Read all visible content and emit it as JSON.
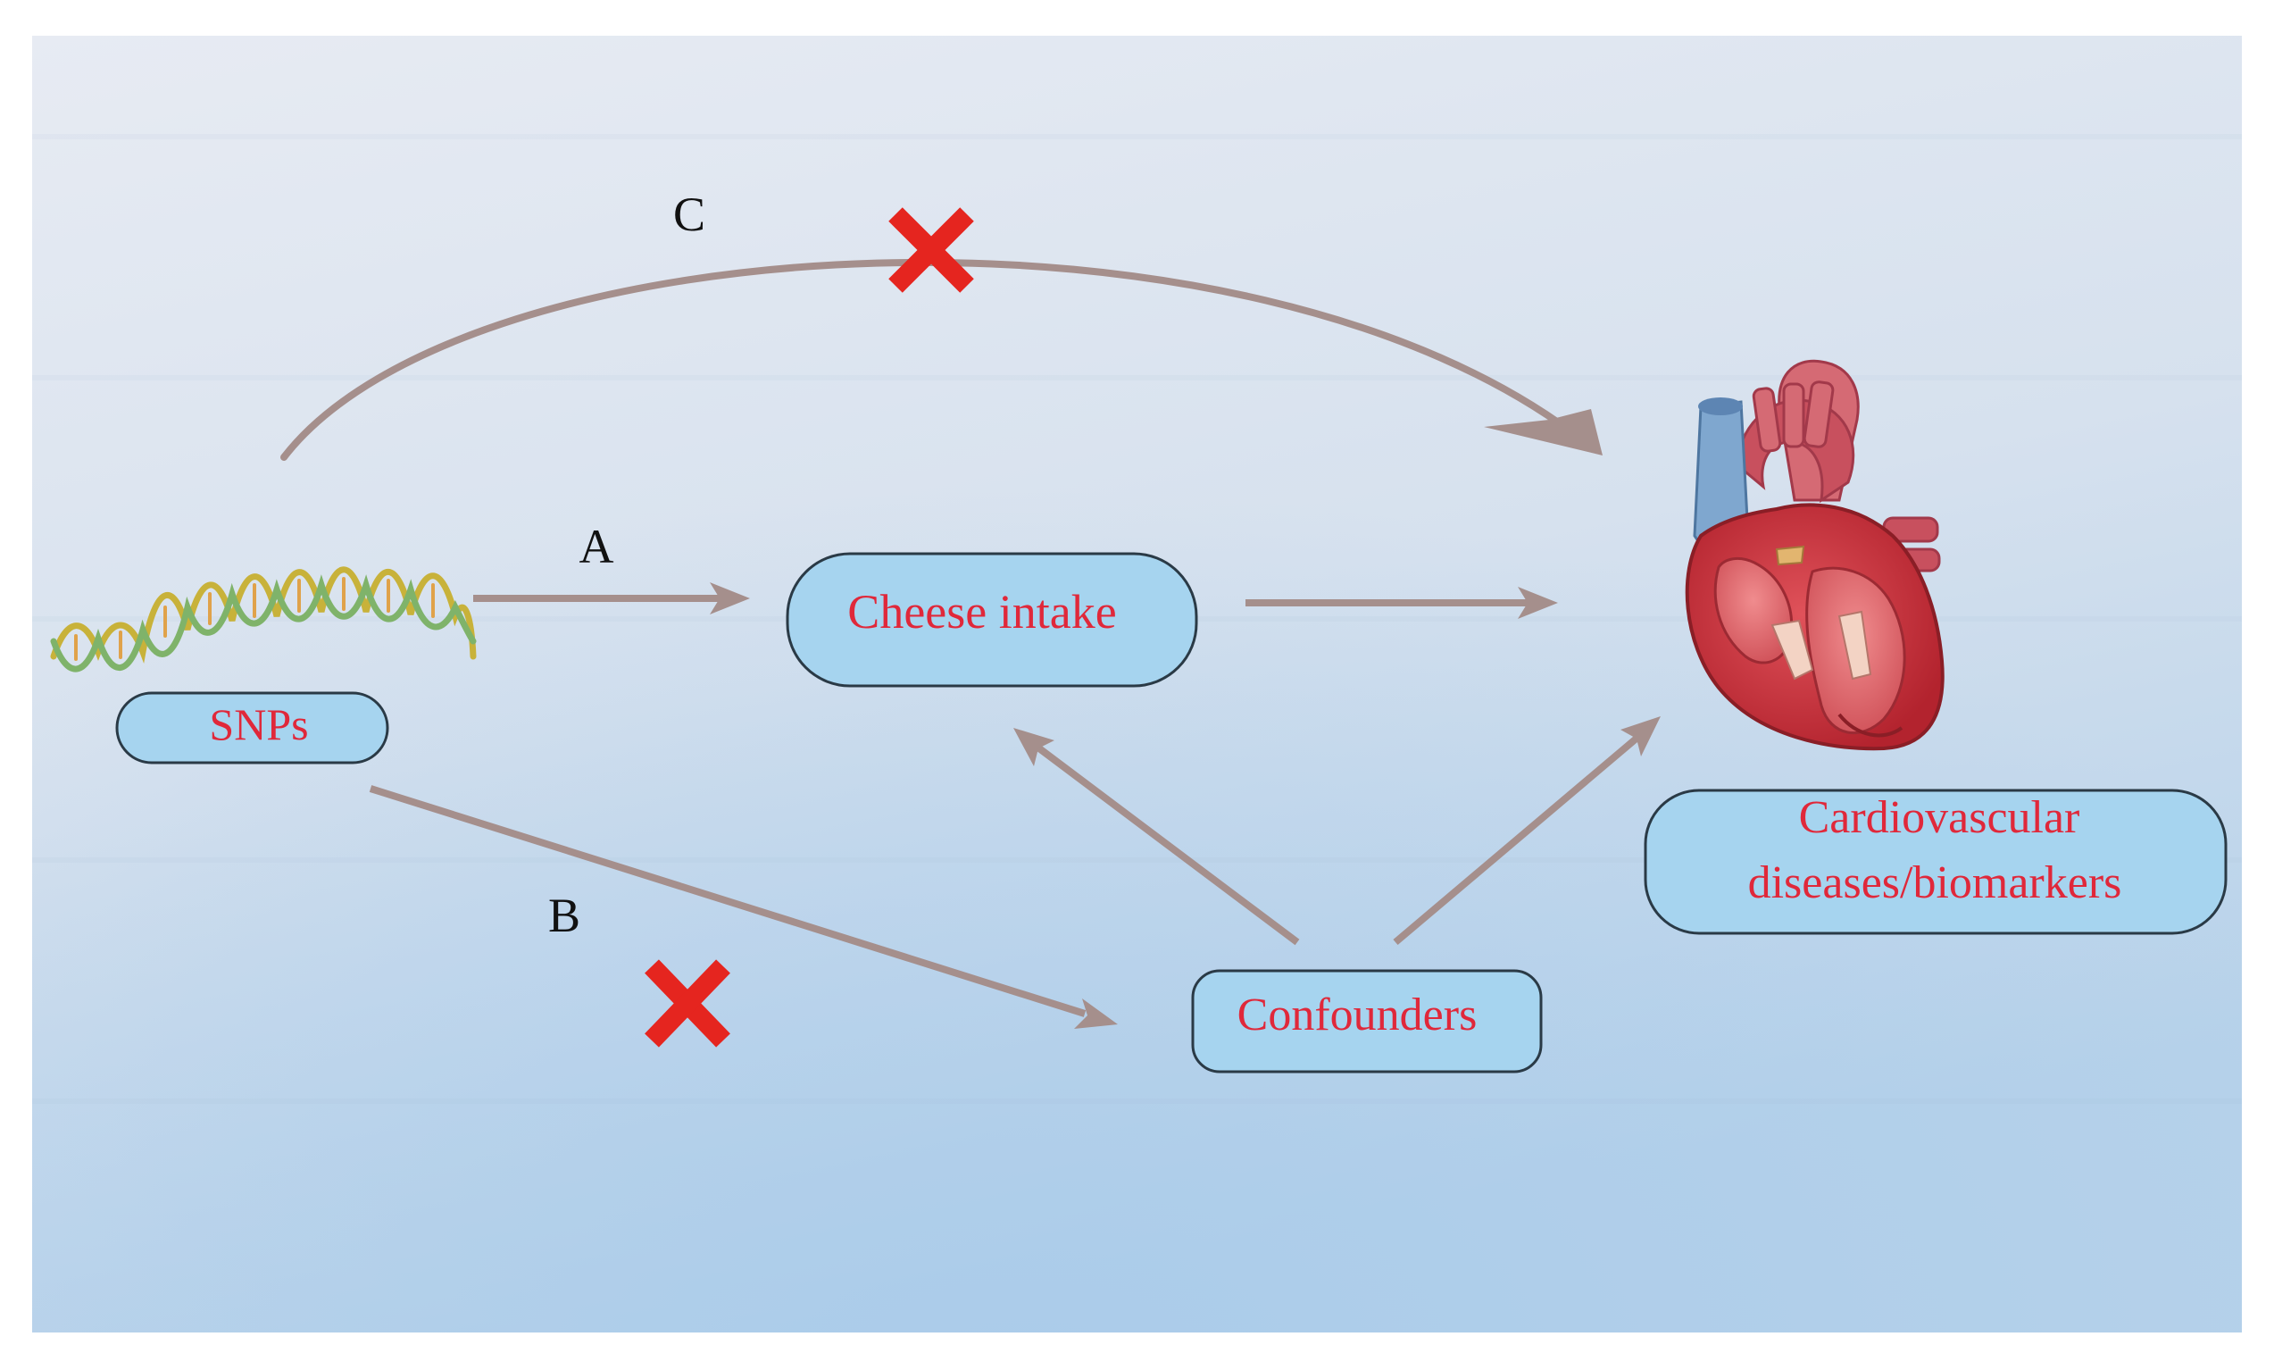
{
  "diagram": {
    "nodes": {
      "snps": "SNPs",
      "cheese": "Cheese intake",
      "confounders": "Confounders",
      "cvd_line1": "Cardiovascular",
      "cvd_line2": "diseases/biomarkers"
    },
    "path_labels": {
      "a": "A",
      "b": "B",
      "c": "C"
    },
    "colors": {
      "node_fill": "#a6d4ef",
      "node_stroke": "#2a3a46",
      "node_text": "#e0283a",
      "arrow": "#a58f8c",
      "cross": "#e5251f",
      "panel_top": "#e6ebf3",
      "panel_bottom": "#b9d3ea"
    },
    "icons": [
      "dna-helix-icon",
      "heart-icon",
      "cross-mark-icon"
    ]
  }
}
